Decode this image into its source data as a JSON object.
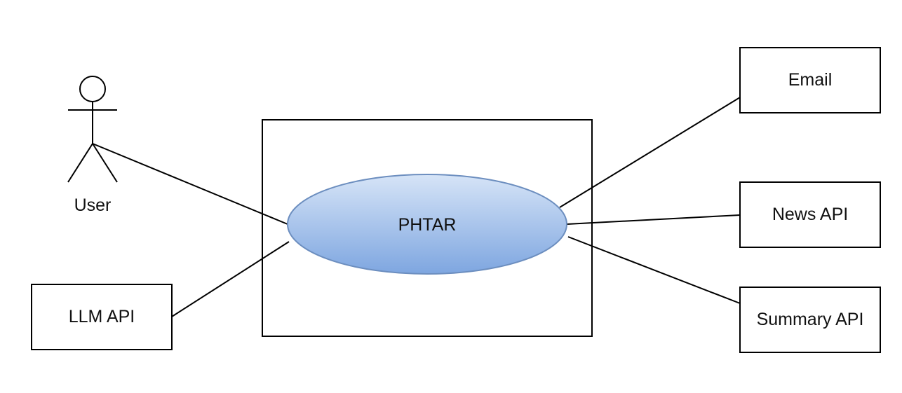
{
  "diagram": {
    "actor": {
      "label": "User"
    },
    "system": {
      "label": "PHTAR"
    },
    "external": {
      "llm": "LLM API",
      "email": "Email",
      "news": "News API",
      "summary": "Summary API"
    },
    "colors": {
      "stroke": "#000000",
      "ellipse_fill_top": "#d6e4f7",
      "ellipse_fill_bottom": "#7ea6e0",
      "ellipse_stroke": "#6c8ebf"
    }
  }
}
